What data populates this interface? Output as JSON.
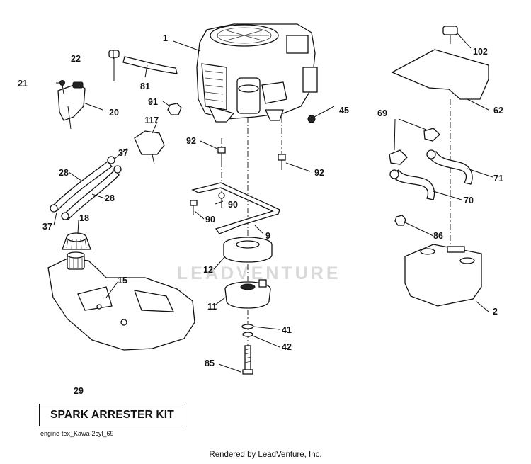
{
  "diagram": {
    "callouts": {
      "p1": "1",
      "p2": "2",
      "p9": "9",
      "p11": "11",
      "p12": "12",
      "p15": "15",
      "p18": "18",
      "p20": "20",
      "p21": "21",
      "p22": "22",
      "p28a": "28",
      "p28b": "28",
      "p37a": "37",
      "p37b": "37",
      "p41": "41",
      "p42": "42",
      "p45": "45",
      "p62": "62",
      "p69": "69",
      "p70": "70",
      "p71": "71",
      "p81": "81",
      "p85": "85",
      "p86": "86",
      "p90a": "90",
      "p90b": "90",
      "p91": "91",
      "p92a": "92",
      "p92b": "92",
      "p102": "102",
      "p117": "117"
    },
    "kit": {
      "number": "29",
      "label": "SPARK ARRESTER KIT"
    },
    "diagram_id": "engine-tex_Kawa-2cyl_69",
    "footer": "Rendered by LeadVenture, Inc.",
    "watermark": "LEADVENTURE"
  }
}
